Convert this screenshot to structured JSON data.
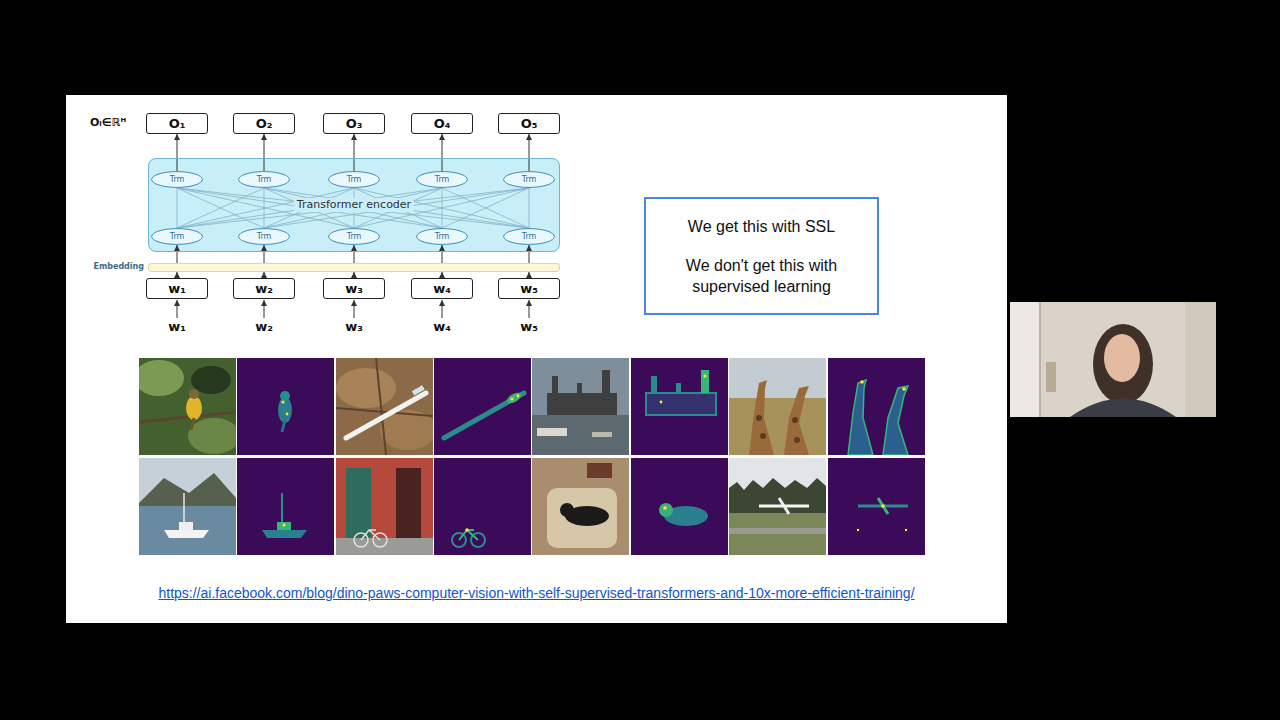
{
  "diagram": {
    "nodes": [
      {
        "text": [
          "O₁"
        ]
      },
      {
        "text": [
          "O₂"
        ]
      },
      {
        "text": [
          "O₃"
        ]
      },
      {
        "text": [
          "O₄"
        ]
      },
      {
        "text": [
          "O₅"
        ]
      },
      {
        "text": [
          "Transformer encoder"
        ]
      },
      {
        "text": [
          "Trm"
        ],
        "in": 5
      },
      {
        "text": [
          "Trm"
        ],
        "in": 5
      },
      {
        "text": [
          "Trm"
        ],
        "in": 5
      },
      {
        "text": [
          "Trm"
        ],
        "in": 5
      },
      {
        "text": [
          "Trm"
        ],
        "in": 5
      },
      {
        "text": [
          "Trm"
        ],
        "in": 5
      },
      {
        "text": [
          "Trm"
        ],
        "in": 5
      },
      {
        "text": [
          "Trm"
        ],
        "in": 5
      },
      {
        "text": [
          "Trm"
        ],
        "in": 5
      },
      {
        "text": [
          "Trm"
        ],
        "in": 5
      },
      {
        "text": [
          "Embedding"
        ]
      },
      {
        "text": [
          "w₁"
        ]
      },
      {
        "text": [
          "w₂"
        ]
      },
      {
        "text": [
          "w₃"
        ]
      },
      {
        "text": [
          "w₄"
        ]
      },
      {
        "text": [
          "w₅"
        ]
      },
      {
        "text": [
          "We get this with SSL",
          "We don't get this with supervised learning"
        ]
      }
    ],
    "edges": [
      {
        "from": 6,
        "to": 0,
        "arrow": "to"
      },
      {
        "from": 7,
        "to": 1,
        "arrow": "to"
      },
      {
        "from": 8,
        "to": 2,
        "arrow": "to"
      },
      {
        "from": 9,
        "to": 3,
        "arrow": "to"
      },
      {
        "from": 10,
        "to": 4,
        "arrow": "to"
      },
      {
        "from": 11,
        "to": 6,
        "arrow": "none"
      },
      {
        "from": 11,
        "to": 7,
        "arrow": "none"
      },
      {
        "from": 11,
        "to": 8,
        "arrow": "none"
      },
      {
        "from": 11,
        "to": 9,
        "arrow": "none"
      },
      {
        "from": 11,
        "to": 10,
        "arrow": "none"
      },
      {
        "from": 12,
        "to": 6,
        "arrow": "none"
      },
      {
        "from": 12,
        "to": 7,
        "arrow": "none"
      },
      {
        "from": 12,
        "to": 8,
        "arrow": "none"
      },
      {
        "from": 12,
        "to": 9,
        "arrow": "none"
      },
      {
        "from": 12,
        "to": 10,
        "arrow": "none"
      },
      {
        "from": 13,
        "to": 6,
        "arrow": "none"
      },
      {
        "from": 13,
        "to": 7,
        "arrow": "none"
      },
      {
        "from": 13,
        "to": 8,
        "arrow": "none"
      },
      {
        "from": 13,
        "to": 9,
        "arrow": "none"
      },
      {
        "from": 13,
        "to": 10,
        "arrow": "none"
      },
      {
        "from": 14,
        "to": 6,
        "arrow": "none"
      },
      {
        "from": 14,
        "to": 7,
        "arrow": "none"
      },
      {
        "from": 14,
        "to": 8,
        "arrow": "none"
      },
      {
        "from": 14,
        "to": 9,
        "arrow": "none"
      },
      {
        "from": 14,
        "to": 10,
        "arrow": "none"
      },
      {
        "from": 15,
        "to": 6,
        "arrow": "none"
      },
      {
        "from": 15,
        "to": 7,
        "arrow": "none"
      },
      {
        "from": 15,
        "to": 8,
        "arrow": "none"
      },
      {
        "from": 15,
        "to": 9,
        "arrow": "none"
      },
      {
        "from": 15,
        "to": 10,
        "arrow": "none"
      },
      {
        "from": 16,
        "to": 11,
        "arrow": "to"
      },
      {
        "from": 16,
        "to": 12,
        "arrow": "to"
      },
      {
        "from": 16,
        "to": 13,
        "arrow": "to"
      },
      {
        "from": 16,
        "to": 14,
        "arrow": "to"
      },
      {
        "from": 16,
        "to": 15,
        "arrow": "to"
      },
      {
        "from": 17,
        "to": 16,
        "arrow": "to"
      },
      {
        "from": 18,
        "to": 16,
        "arrow": "to"
      },
      {
        "from": 19,
        "to": 16,
        "arrow": "to"
      },
      {
        "from": 20,
        "to": 16,
        "arrow": "to"
      },
      {
        "from": 21,
        "to": 16,
        "arrow": "to"
      }
    ],
    "labels": [
      "Oᵢ∈ℝᴴ",
      "w₁",
      "w₂",
      "w₃",
      "w₄",
      "w₅",
      "https://ai.facebook.com/blog/dino-paws-computer-vision-with-self-supervised-transformers-and-10x-more-efficient-training/"
    ]
  }
}
